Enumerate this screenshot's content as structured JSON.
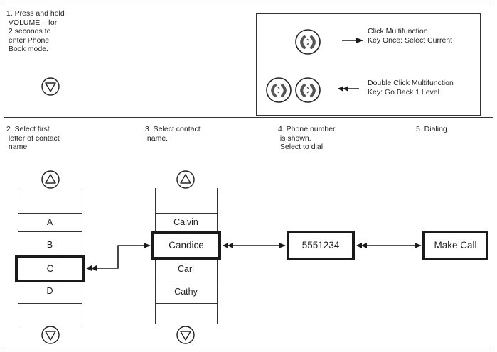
{
  "steps": {
    "step1": "1. Press and hold\n VOLUME – for\n 2 seconds to\n enter Phone\n Book mode.",
    "step2": "2. Select first\n letter of contact\n name.",
    "step3": "3. Select contact\n name.",
    "step4": "4. Phone number\n is shown.\n Select to dial.",
    "step5": "5. Dialing"
  },
  "legend": {
    "single_click": "Click Multifunction\nKey Once: Select Current",
    "double_click": "Double Click Multifunction\nKey: Go Back 1 Level"
  },
  "letters": [
    "A",
    "B",
    "C",
    "D"
  ],
  "contacts": [
    "Calvin",
    "Candice",
    "Carl",
    "Cathy"
  ],
  "phone_number": "5551234",
  "make_call": "Make Call",
  "icons": {
    "up": "triangle-up-circle-icon",
    "down": "triangle-down-circle-icon",
    "phone": "multifunction-phone-icon"
  }
}
